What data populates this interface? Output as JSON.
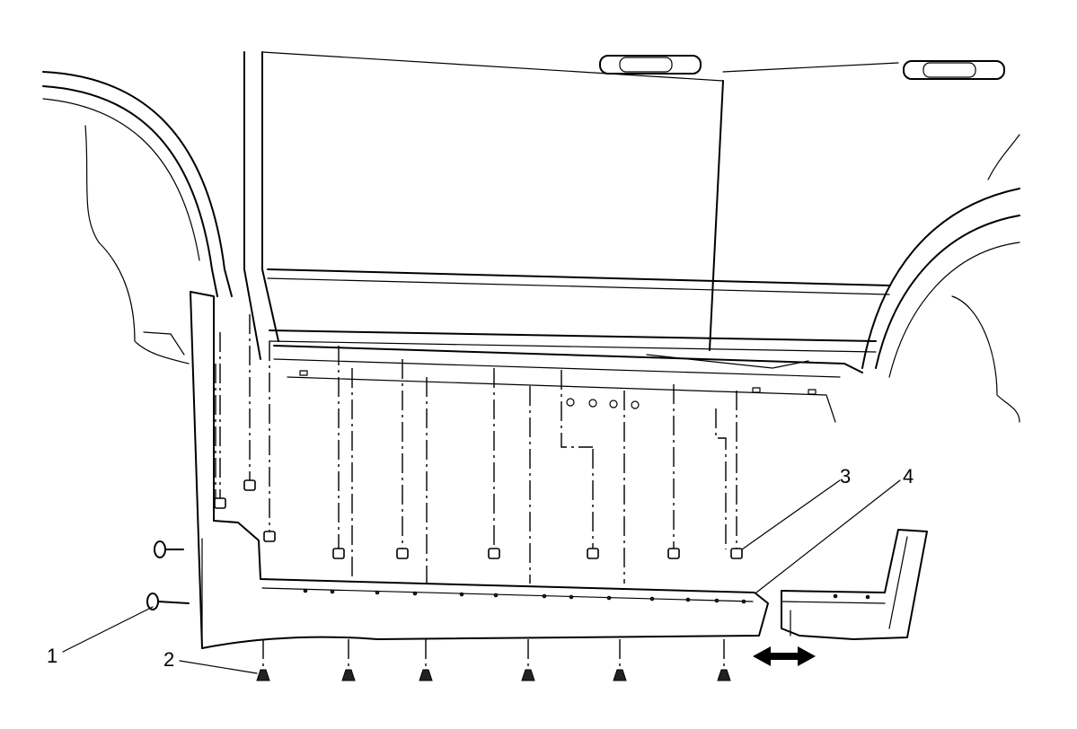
{
  "callouts": [
    {
      "id": "1",
      "label": "1"
    },
    {
      "id": "2",
      "label": "2"
    },
    {
      "id": "3",
      "label": "3"
    },
    {
      "id": "4",
      "label": "4"
    }
  ],
  "icons": {
    "direction_arrow": "double-headed-arrow-icon"
  }
}
